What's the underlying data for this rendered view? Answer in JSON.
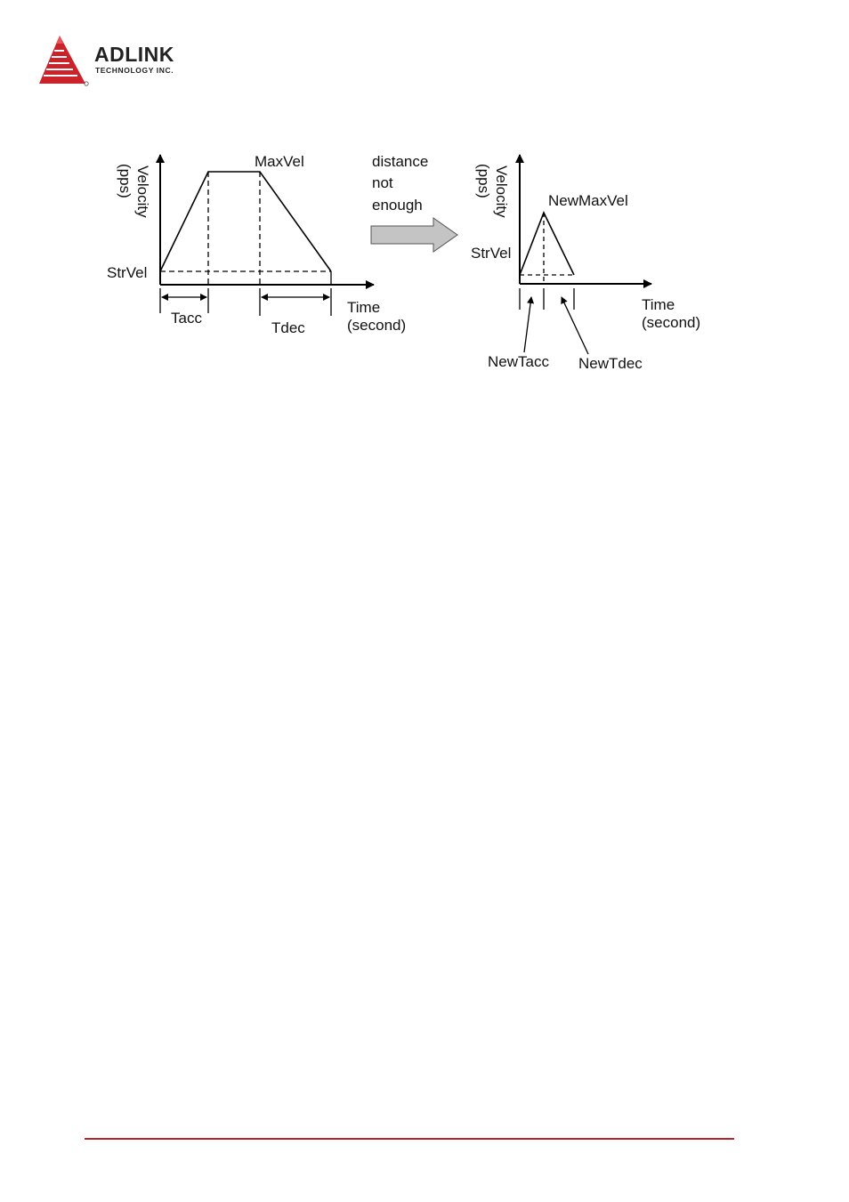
{
  "header": {
    "logo_name": "ADLINK",
    "logo_sub": "TECHNOLOGY INC.",
    "brand_color": "#cc2229"
  },
  "diagram": {
    "left": {
      "y_axis_label_1": "Velocity",
      "y_axis_label_2": "(pps)",
      "max_label": "MaxVel",
      "start_label": "StrVel",
      "acc_label": "Tacc",
      "dec_label": "Tdec",
      "x_axis_label_1": "Time",
      "x_axis_label_2": "(second)"
    },
    "arrow_text": [
      "distance",
      "not",
      "enough"
    ],
    "right": {
      "y_axis_label_1": "Velocity",
      "y_axis_label_2": "(pps)",
      "max_label": "NewMaxVel",
      "start_label": "StrVel",
      "x_axis_label_1": "Time",
      "x_axis_label_2": "(second)",
      "acc_label": "NewTacc",
      "dec_label": "NewTdec"
    },
    "arrow_fill": "#c4c4c4"
  },
  "footer": {
    "rule_color": "#b5262b"
  }
}
